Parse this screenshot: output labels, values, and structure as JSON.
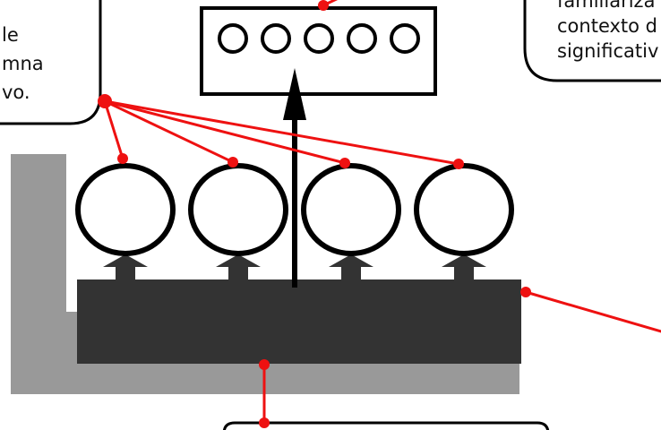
{
  "callouts": {
    "left": {
      "lines": [
        "le",
        "mna",
        "vo."
      ]
    },
    "right": {
      "lines": [
        "familiariza",
        "contexto d",
        "significativ"
      ]
    }
  },
  "register": {
    "slot_count": 5
  },
  "diagram": {
    "element_count": 4
  },
  "colors": {
    "connector": "#ee1111",
    "base_dark": "#333333",
    "base_light": "#999999",
    "outline": "#000000",
    "fill": "#ffffff"
  }
}
